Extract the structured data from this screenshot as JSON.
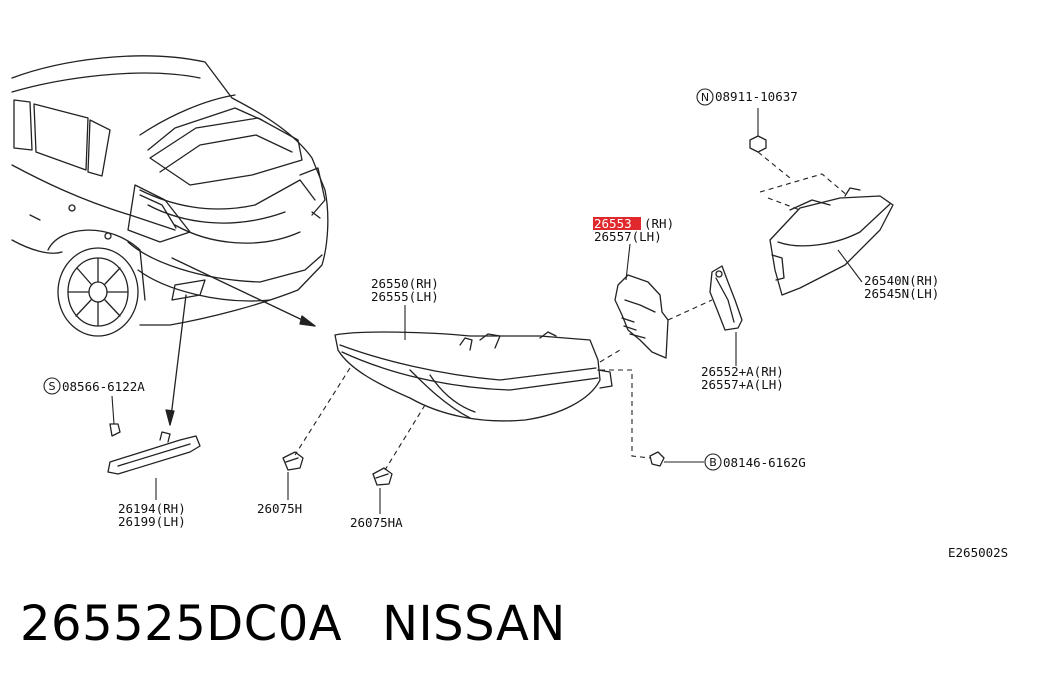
{
  "diagram_code": "E265002S",
  "highlight_color": "#e0282d",
  "labels": {
    "nut_top": "08911-10637",
    "nut_top_prefix": "N",
    "sealant_part": "26553",
    "sealant_rh": "(RH)",
    "sealant_lh": "26557(LH)",
    "rear_lamp_rh": "26540N(RH)",
    "rear_lamp_lh": "26545N(LH)",
    "bracket_rh": "26552+A(RH)",
    "bracket_lh": "26557+A(LH)",
    "combi_rh": "26550(RH)",
    "combi_lh": "26555(LH)",
    "screw_s": "08566-6122A",
    "screw_s_prefix": "S",
    "bolt_b": "08146-6162G",
    "bolt_b_prefix": "B",
    "reflex_rh": "26194(RH)",
    "reflex_lh": "26199(LH)",
    "clip_h": "26075H",
    "clip_ha": "26075HA"
  },
  "footer": {
    "part_number": "265525DC0A",
    "brand": "NISSAN"
  }
}
